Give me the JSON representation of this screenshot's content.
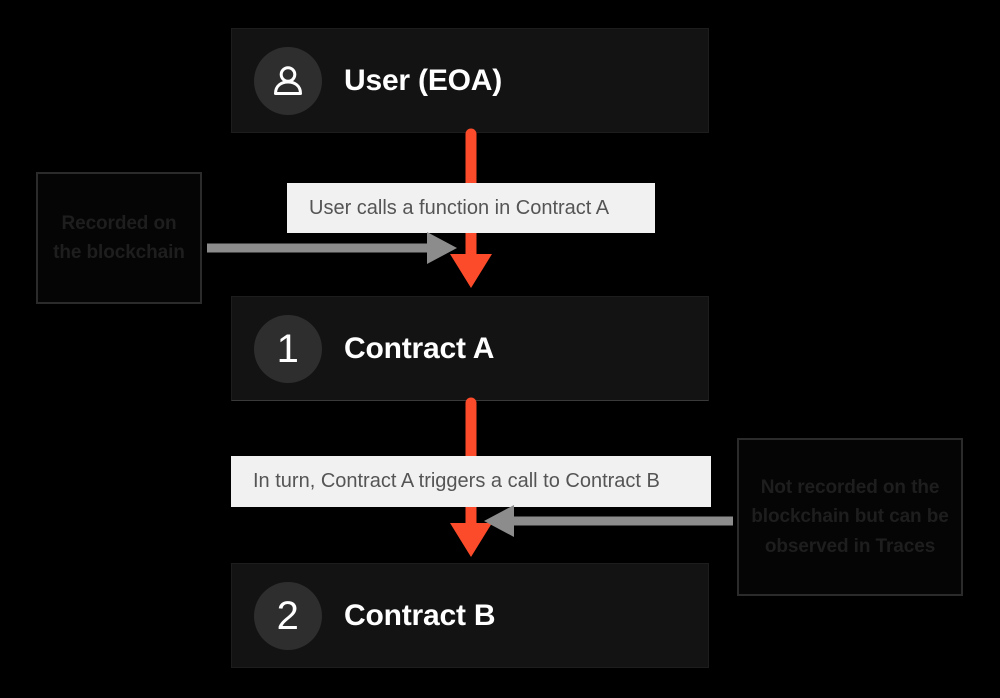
{
  "diagram": {
    "title": "Contract call flow: User (EOA) to Contract A to Contract B",
    "background_color": "#000000",
    "accent_color": "#fb4b2a",
    "gray_arrow_color": "#8c8c8c",
    "card_color": "#131313",
    "chip_color": "#f1f1f1"
  },
  "nodes": [
    {
      "id": "user",
      "icon": "person-icon",
      "badge": "",
      "title": "User (EOA)"
    },
    {
      "id": "contract-a",
      "icon": "number-badge",
      "badge": "1",
      "title": "Contract A"
    },
    {
      "id": "contract-b",
      "icon": "number-badge",
      "badge": "2",
      "title": "Contract B"
    }
  ],
  "captions": [
    {
      "id": "caption-user-calls",
      "text": "User calls a function in Contract A"
    },
    {
      "id": "caption-a-triggers-b",
      "text": "In turn, Contract A triggers a call to Contract B"
    }
  ],
  "annotations": [
    {
      "id": "annotation-recorded",
      "text": "Recorded on the blockchain",
      "points_to": "caption-user-calls",
      "arrow_direction": "right"
    },
    {
      "id": "annotation-not-recorded",
      "text": "Not recorded on the blockchain but can be observed in Traces",
      "points_to": "caption-a-triggers-b",
      "arrow_direction": "left"
    }
  ],
  "arrows": [
    {
      "id": "arrow-user-to-a",
      "color": "#fb4b2a",
      "direction": "down"
    },
    {
      "id": "arrow-a-to-b",
      "color": "#fb4b2a",
      "direction": "down"
    },
    {
      "id": "arrow-annot-left",
      "color": "#8c8c8c",
      "direction": "right"
    },
    {
      "id": "arrow-annot-right",
      "color": "#8c8c8c",
      "direction": "left"
    }
  ]
}
